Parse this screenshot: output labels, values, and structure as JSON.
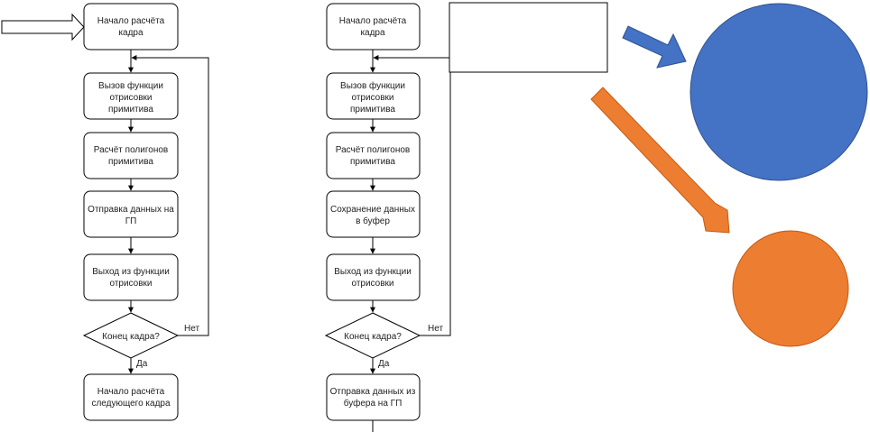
{
  "colors": {
    "stroke": "#000000",
    "text": "#222222",
    "blue": "#4472C4",
    "blue_stroke": "#2F528F",
    "orange": "#ED7D31",
    "orange_stroke": "#C55A11"
  },
  "left_flow": {
    "start": [
      "Начало расчёта",
      "кадра"
    ],
    "call": [
      "Вызов функции",
      "отрисовки",
      "примитива"
    ],
    "calc": [
      "Расчёт полигонов",
      "примитива"
    ],
    "send": [
      "Отправка данных на",
      "ГП"
    ],
    "exit": [
      "Выход из функции",
      "отрисовки"
    ],
    "decision": "Конец кадра?",
    "no_label": "Нет",
    "yes_label": "Да",
    "next": [
      "Начало расчёта",
      "следующего кадра"
    ]
  },
  "right_flow": {
    "start": [
      "Начало расчёта",
      "кадра"
    ],
    "call": [
      "Вызов функции",
      "отрисовки",
      "примитива"
    ],
    "calc": [
      "Расчёт полигонов",
      "примитива"
    ],
    "save": [
      "Сохранение данных",
      "в буфер"
    ],
    "exit": [
      "Выход из функции",
      "отрисовки"
    ],
    "decision": "Конец кадра?",
    "no_label": "Нет",
    "yes_label": "Да",
    "send": [
      "Отправка данных из",
      "буфера на ГП"
    ]
  },
  "shapes": {
    "empty_rect_text": "",
    "circles": [
      {
        "name": "blue-circle",
        "color": "blue"
      },
      {
        "name": "orange-circle",
        "color": "orange"
      }
    ],
    "arrows": [
      {
        "name": "blue-arrow",
        "color": "blue"
      },
      {
        "name": "orange-arrow",
        "color": "orange"
      }
    ]
  }
}
